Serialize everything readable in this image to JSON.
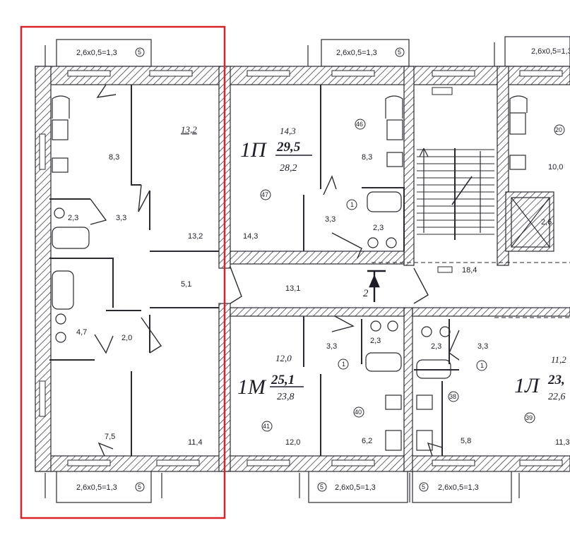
{
  "plan": {
    "selection_color": "#d9232a",
    "balconies": {
      "tl": "2,6x0,5=1,3",
      "tm": "2,6x0,5=1,3",
      "tr": "2,6x0,5=1,3",
      "bl": "2,6x0,5=1,3",
      "bm1": "2,6x0,5=1,3",
      "bm2": "2,6x0,5=1,3",
      "marker": "5"
    },
    "selected": {
      "kitchen": "8,3",
      "room_top_italic": "13,2",
      "room_top": "13,2",
      "bath_top": "2,3",
      "corridor_top": "3,3",
      "hall": "5,1",
      "bath_mid": "4,7",
      "corridor_mid": "2,0",
      "room_bl": "7,5",
      "room_br": "11,4"
    },
    "apt_1p": {
      "type": "1П",
      "living": "14,3",
      "total": "29,5",
      "net": "28,2",
      "room": "14,3",
      "kitchen": "8,3",
      "corridor": "3,3",
      "bath": "2,3",
      "hall": "13,1",
      "circle_room": "47",
      "circle_kitchen": "46",
      "circle_corr": "1"
    },
    "stair": {
      "landing": "18,4",
      "lift": "2,6",
      "section_mark": "2"
    },
    "apt_1m": {
      "type": "1М",
      "living": "12,0",
      "total": "25,1",
      "net": "23,8",
      "room": "12,0",
      "corridor": "3,3",
      "bath": "2,3",
      "kitchen": "6,2",
      "circle_room": "41",
      "circle_kitchen": "40",
      "circle_corr": "1"
    },
    "apt_1l": {
      "type": "1Л",
      "living": "11,2",
      "total": "23,",
      "net": "22,6",
      "corridor": "3,3",
      "bath": "2,3",
      "kitchen": "5,8",
      "right_room": "10,0",
      "right_low": "11,3",
      "circle_room": "39",
      "circle_kitchen": "38",
      "circle_corr": "1",
      "circle_right": "20"
    }
  }
}
